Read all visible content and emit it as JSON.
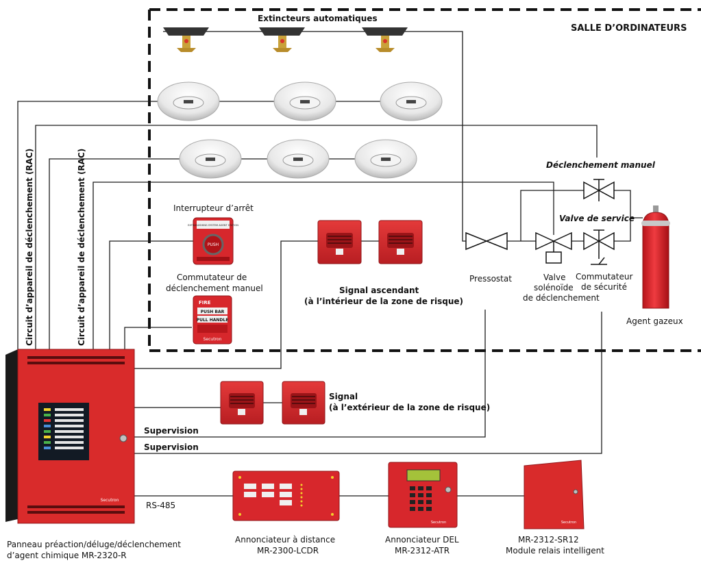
{
  "title": "SALLE D’ORDINATEURS",
  "labels": {
    "sprinklers": "Extincteurs automatiques",
    "manual_release": "Déclenchement manuel",
    "service_valve": "Valve de service",
    "abort_switch": "Interrupteur d’arrêt",
    "manual_pull_l1": "Commutateur de",
    "manual_pull_l2": "déclenchement manuel",
    "signal_inside_l1": "Signal ascendant",
    "signal_inside_l2": "(à l’intérieur de la zone de risque)",
    "signal_outside_l1": "Signal",
    "signal_outside_l2": "(à l’extérieur de la zone de risque)",
    "pressure_switch": "Pressostat",
    "solenoid_l1": "Valve",
    "solenoid_l2": "solénoïde",
    "solenoid_l3": "de déclenchement",
    "safety_switch_l1": "Commutateur",
    "safety_switch_l2": "de sécurité",
    "gas_agent": "Agent gazeux",
    "supervision_1": "Supervision",
    "supervision_2": "Supervision",
    "rs485": "RS-485",
    "rac_1": "Circuit d’appareil de déclenchement (RAC)",
    "rac_2": "Circuit d’appareil de déclenchement (RAC)",
    "panel_l1": "Panneau préaction/déluge/déclenchement",
    "panel_l2": "d’agent chimique MR-2320-R",
    "remote_ann_l1": "Annonciateur à distance",
    "remote_ann_l2": "MR-2300-LCDR",
    "led_ann_l1": "Annonciateur DEL",
    "led_ann_l2": "MR-2312-ATR",
    "relay_l1": "MR-2312-SR12",
    "relay_l2": "Module relais intelligent"
  },
  "device_text": {
    "abort_station": "EXTINGUISHING SYSTEM AGENT STATION",
    "abort_push": "PUSH",
    "pull_fire": "FIRE",
    "pull_bar": "PUSH BAR",
    "pull_handle": "PULL HANDLE",
    "brand": "Secutron"
  },
  "colors": {
    "device_red": "#d7272c",
    "panel_red": "#d92b2b",
    "cylinder_red": "#e41e26",
    "line": "#1a1a1a"
  }
}
